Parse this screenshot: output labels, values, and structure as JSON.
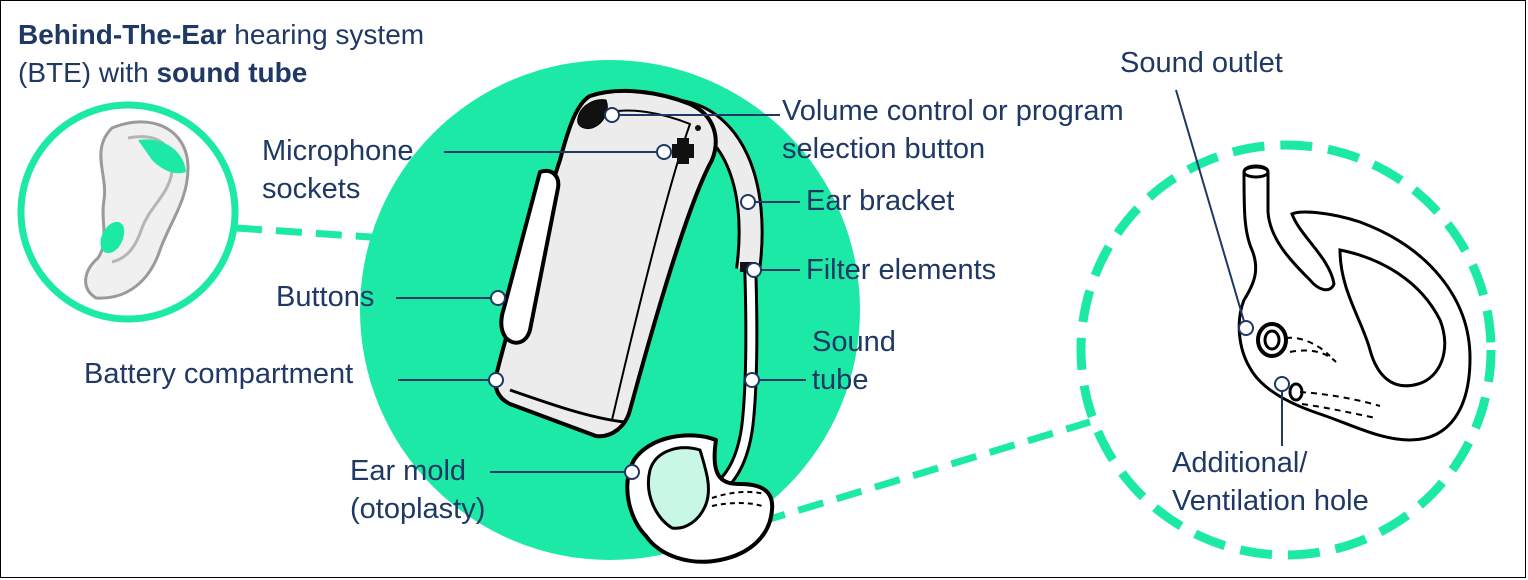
{
  "title": {
    "line1_bold": "Behind-The-Ear",
    "line1_rest": " hearing system",
    "line2_pre": "(BTE) with ",
    "line2_bold": "sound tube"
  },
  "labels": {
    "volume_line1": "Volume control or program",
    "volume_line2": "selection button",
    "microphone_line1": "Microphone",
    "microphone_line2": "sockets",
    "ear_bracket": "Ear bracket",
    "filter_elements": "Filter elements",
    "buttons": "Buttons",
    "sound_tube_line1": "Sound",
    "sound_tube_line2": "tube",
    "battery_compartment": "Battery compartment",
    "ear_mold_line1": "Ear mold",
    "ear_mold_line2": "(otoplasty)",
    "sound_outlet": "Sound outlet",
    "vent_line1": "Additional/",
    "vent_line2": "Ventilation hole"
  },
  "colors": {
    "accent": "#1de9a6",
    "label_text": "#1f3864",
    "mold_fill": "#c8f7e6",
    "device_fill": "#ececec"
  },
  "icons": {
    "ear_inset": "ear-icon",
    "device": "hearing-aid-icon",
    "ear_mold_closeup": "ear-mold-icon"
  }
}
